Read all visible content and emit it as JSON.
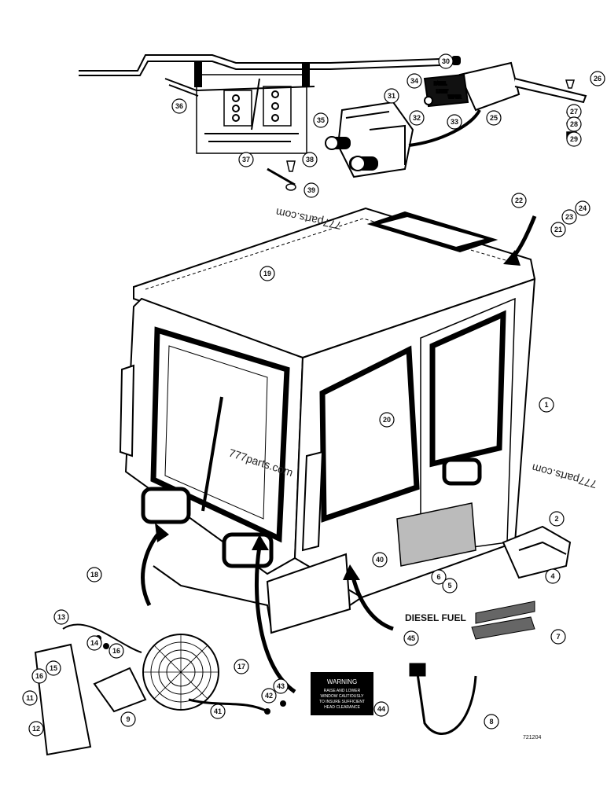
{
  "watermarks": [
    "777parts.com",
    "777parts.com",
    "777parts.com"
  ],
  "labels": {
    "diesel_fuel": "DIESEL FUEL",
    "drawing_number": "721204"
  },
  "switch_plate": {
    "line1": "PANEL",
    "line2": "LIGHT",
    "line3": "WIPER"
  },
  "warning_decal": {
    "title": "WARNING",
    "line1": "RAISE AND LOWER",
    "line2": "WINDOW CAUTIOUSLY",
    "line3": "TO INSURE SUFFICIENT",
    "line4": "HEAD CLEARANCE"
  },
  "callouts": [
    "1",
    "2",
    "4",
    "5",
    "6",
    "7",
    "8",
    "9",
    "11",
    "12",
    "13",
    "14",
    "15",
    "16",
    "16b",
    "17",
    "18",
    "19",
    "20",
    "21",
    "22",
    "23",
    "24",
    "25",
    "26",
    "27",
    "28",
    "29",
    "30",
    "31",
    "32",
    "33",
    "34",
    "35",
    "36",
    "37",
    "38",
    "39",
    "40",
    "41",
    "42",
    "43",
    "44",
    "45"
  ]
}
